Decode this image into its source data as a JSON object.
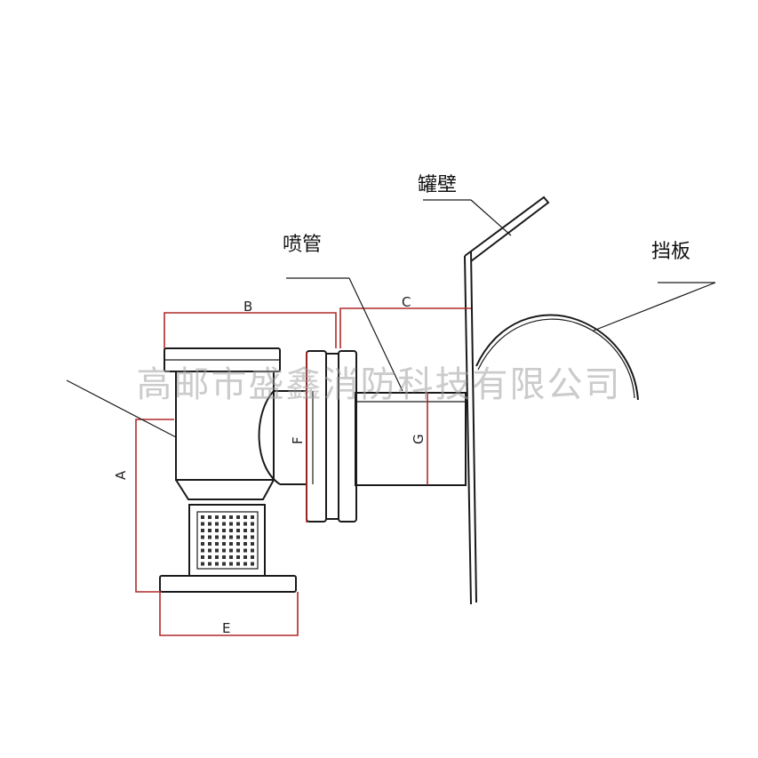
{
  "labels": {
    "tank_wall": "罐壁",
    "spray_pipe": "喷管",
    "baffle": "挡板"
  },
  "dimensions": {
    "A": "A",
    "B": "B",
    "C": "C",
    "E": "E",
    "F": "F",
    "G": "G"
  },
  "watermark": "高邮市盛鑫消防科技有限公司",
  "colors": {
    "outline": "#1a1a1a",
    "dimension_line": "#b02a2a"
  }
}
